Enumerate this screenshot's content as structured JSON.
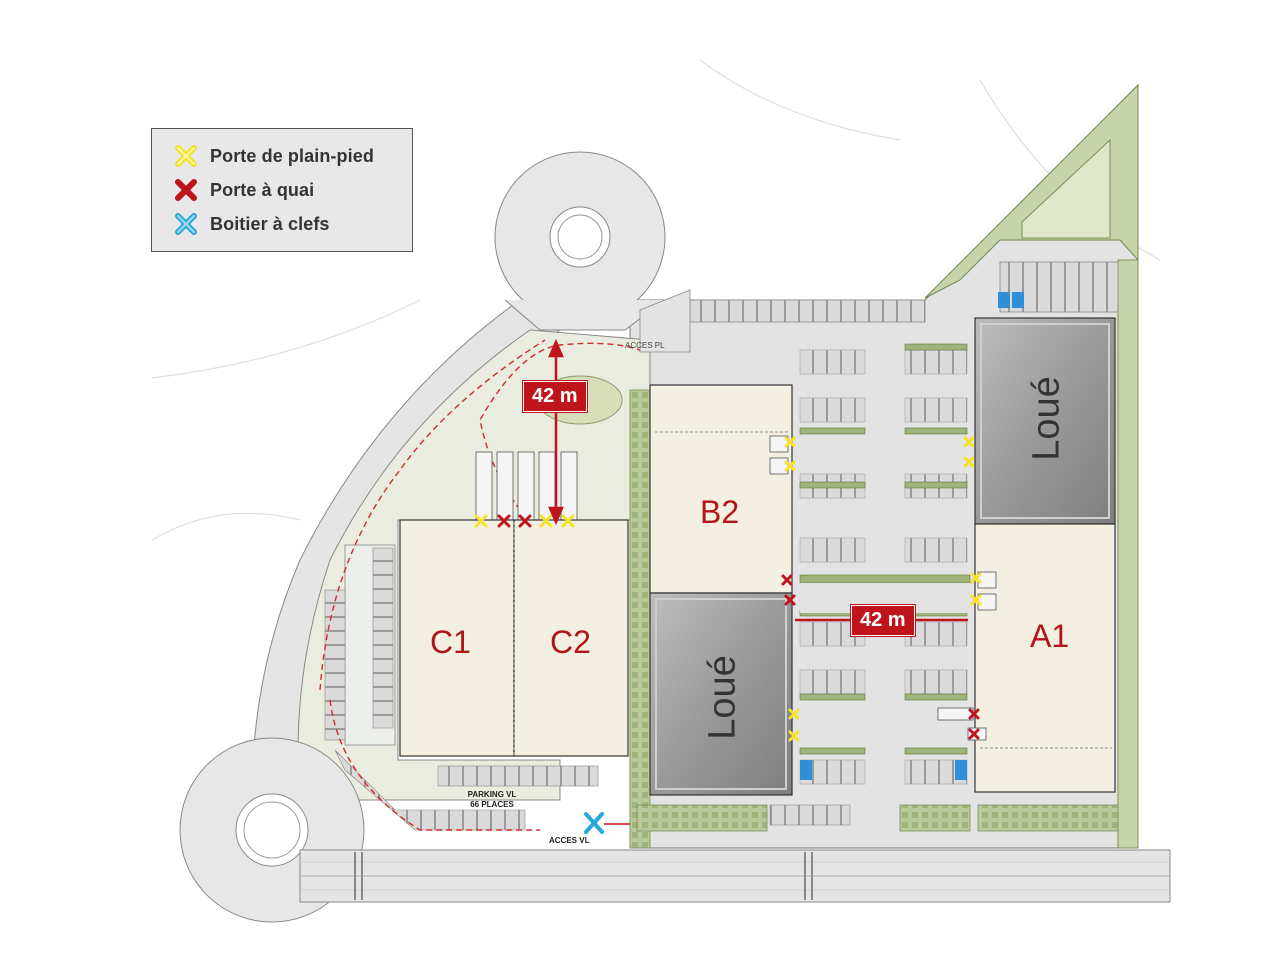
{
  "legend": {
    "items": [
      {
        "label": "Porte de plain-pied",
        "color": "#f5e32a",
        "icon": "yellow-cross-icon"
      },
      {
        "label": "Porte à quai",
        "color": "#c0141c",
        "icon": "red-cross-icon"
      },
      {
        "label": "Boitier à clefs",
        "color": "#27a9df",
        "icon": "blue-cross-icon"
      }
    ]
  },
  "units": {
    "c1": "C1",
    "c2": "C2",
    "b2": "B2",
    "a1": "A1",
    "loue_top": "Loué",
    "loue_bottom": "Loué"
  },
  "dimensions": {
    "vertical": "42 m",
    "horizontal": "42 m"
  },
  "small_labels": {
    "acces_pl": "ACCES PL",
    "parking_line1": "PARKING VL",
    "parking_line2": "66 PLACES",
    "acces_vl": "ACCES VL"
  },
  "colors": {
    "building_light": "#f3efe1",
    "building_rented": "#9c9c9c",
    "green": "#c9d6b0",
    "road": "#e6e6e6",
    "accent_red": "#c0141c"
  }
}
